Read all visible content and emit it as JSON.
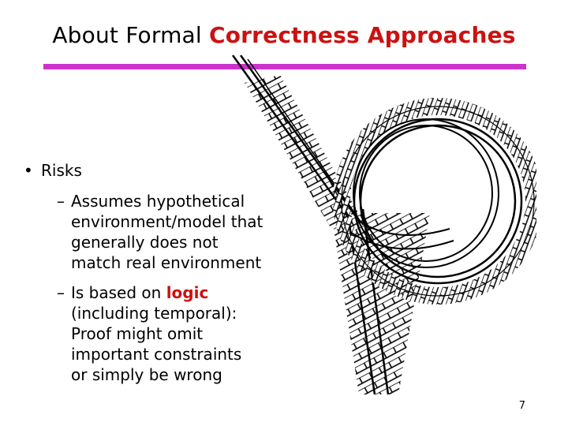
{
  "slide": {
    "title_plain": "About Formal ",
    "title_accent": "Correctness Approaches",
    "bullet_marker": "•",
    "bullet": "Risks",
    "sub_marker": "–",
    "sub1_lines": [
      "Assumes hypothetical",
      "environment/model that",
      "generally does not",
      "match real environment"
    ],
    "sub2_line1_pre": "Is based on ",
    "sub2_line1_accent": "logic",
    "sub2_lines": [
      "(including temporal):",
      "Proof might omit",
      "important constraints",
      "or simply be wrong"
    ],
    "page_number": "7"
  },
  "colors": {
    "title_accent": "#cc1111",
    "rule": "#cc33cc"
  },
  "illustration": "railroad-loop-track"
}
